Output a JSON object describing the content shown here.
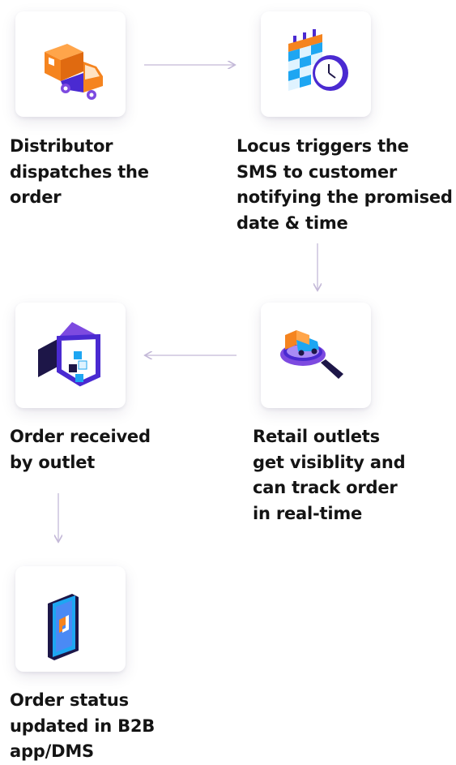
{
  "steps": [
    {
      "label": "Distributor\ndispatches the\norder",
      "icon": "delivery-truck-icon"
    },
    {
      "label": "Locus triggers the\nSMS to customer\nnotifying the promised\ndate & time",
      "icon": "calendar-clock-icon"
    },
    {
      "label": "Retail outlets\nget visiblity and\ncan track order\nin real-time",
      "icon": "magnifier-truck-icon"
    },
    {
      "label": "Order received\nby outlet",
      "icon": "warehouse-icon"
    },
    {
      "label": "Order status\nupdated in B2B\napp/DMS",
      "icon": "smartphone-app-icon"
    }
  ],
  "colors": {
    "text": "#141414",
    "arrow": "#c4b9d8",
    "orange": "#f5841f",
    "purple": "#4a2ad1",
    "blue": "#1ea6f2",
    "dark": "#1d1648"
  }
}
